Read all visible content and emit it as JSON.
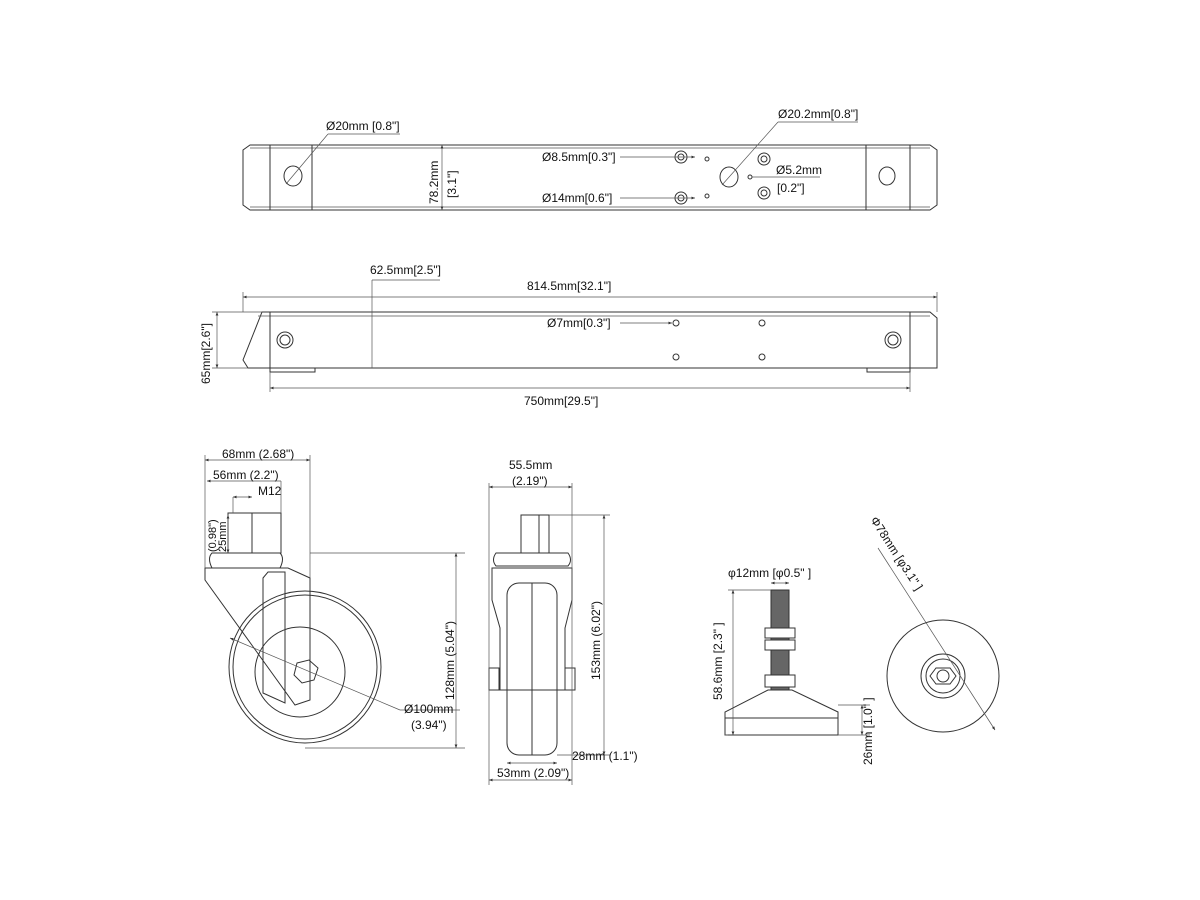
{
  "top_view": {
    "hole_large_left": "Ø20mm  [0.8\"]",
    "hole_large_right": "Ø20.2mm[0.8\"]",
    "hole_8_5": "Ø8.5mm[0.3\"]",
    "hole_14": "Ø14mm[0.6\"]",
    "hole_5_2": "Ø5.2mm",
    "hole_5_2_in": "[0.2\"]",
    "width_mm": "78.2mm",
    "width_in": "[3.1\"]"
  },
  "side_view": {
    "offset": "62.5mm[2.5\"]",
    "overall_length": "814.5mm[32.1\"]",
    "hole_7": "Ø7mm[0.3\"]",
    "height": "65mm[2.6\"]",
    "base_length": "750mm[29.5\"]"
  },
  "caster_side": {
    "width_68": "68mm (2.68\")",
    "width_56": "56mm (2.2\")",
    "thread": "M12",
    "stem_mm": "25mm",
    "stem_in": "(0.98\")",
    "height": "128mm (5.04\")",
    "wheel_mm": "Ø100mm",
    "wheel_in": "(3.94\")"
  },
  "caster_front": {
    "width_mm": "55.5mm",
    "width_in": "(2.19\")",
    "height": "153mm (6.02\")",
    "tread": "28mm (1.1\")",
    "fork": "53mm (2.09\")"
  },
  "leveling_foot": {
    "stud": "φ12mm [φ0.5\"  ]",
    "height": "58.6mm [2.3\"  ]",
    "base_height": "26mm [1.0\"  ]",
    "base_diameter": "Φ78mm [φ3.1\"  ]"
  }
}
